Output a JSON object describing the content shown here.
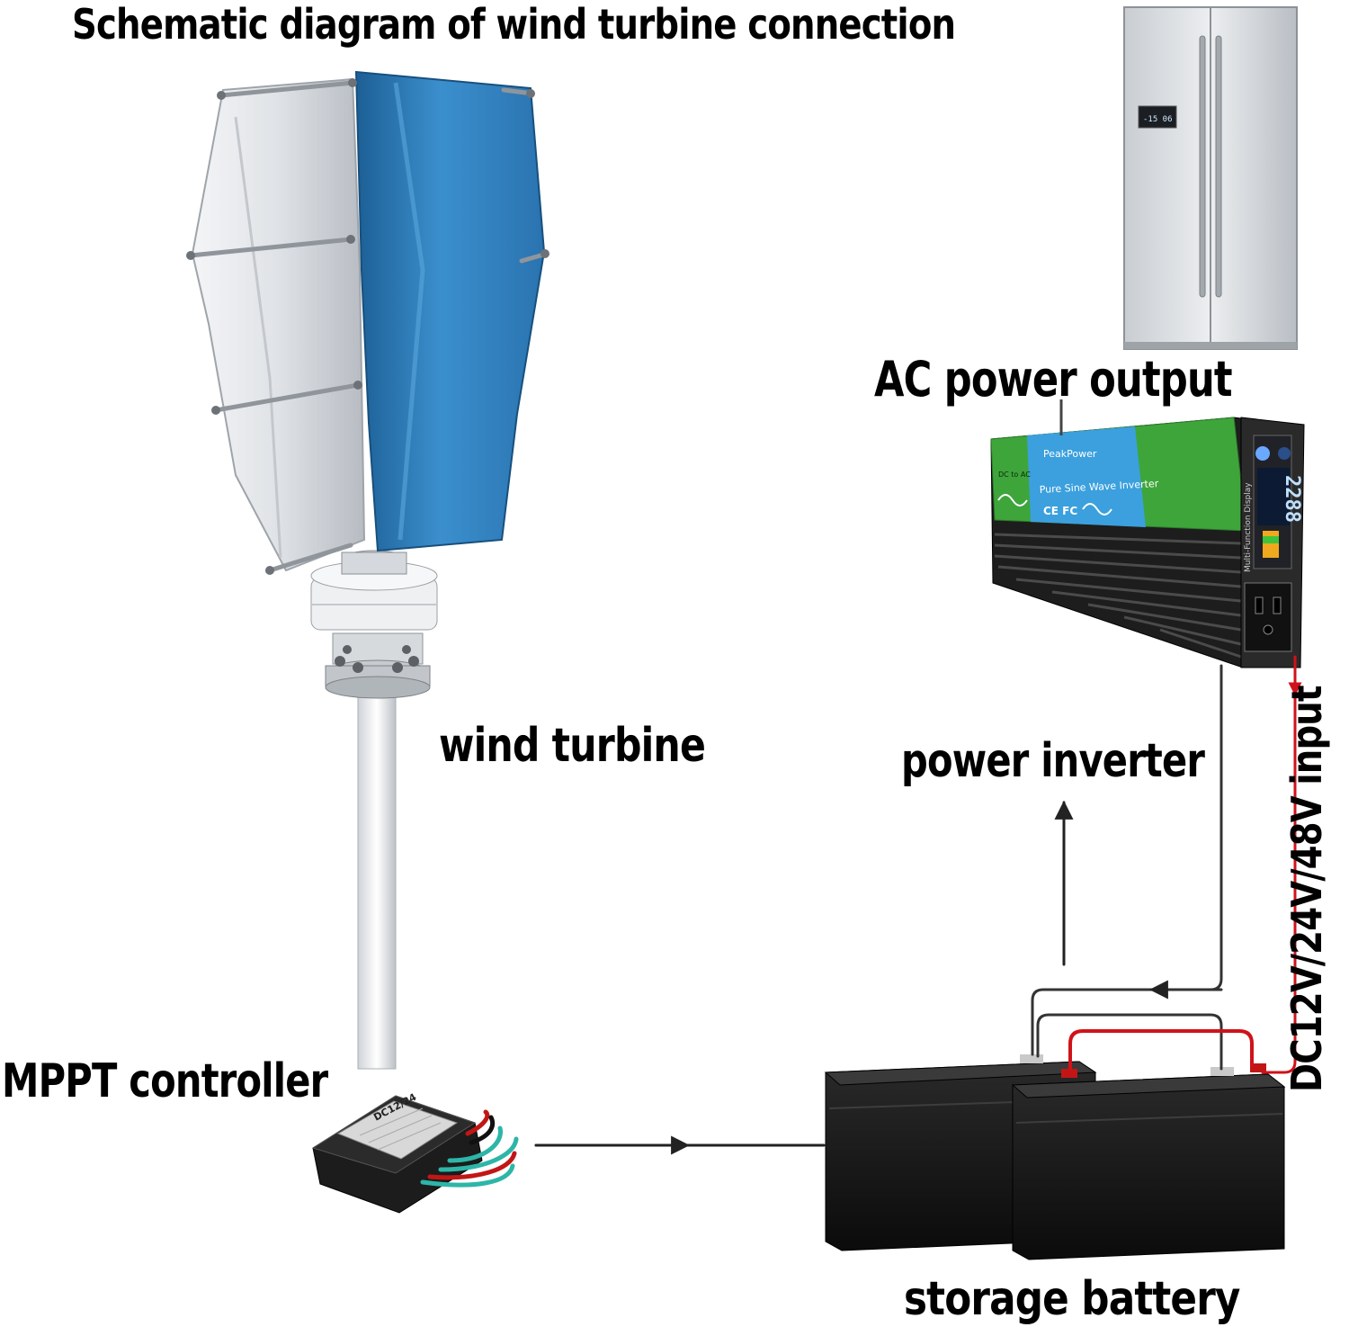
{
  "title": "Schematic diagram of wind turbine connection",
  "labels": {
    "wind_turbine": "wind turbine",
    "mppt_controller": "MPPT controller",
    "ac_power_output": "AC power output",
    "power_inverter": "power inverter",
    "storage_battery": "storage battery",
    "dc_input": "DC12V/24V/48V input"
  },
  "device_text": {
    "inverter_brand": "PeakPower",
    "inverter_model": "Pure Sine Wave Inverter",
    "inverter_cert": "CE FC",
    "inverter_display_panel": "Multi-Function Display",
    "inverter_display_value": "2288",
    "inverter_side_tag": "DC to AC",
    "controller_model": "DC12/24",
    "fridge_display": "-15 06"
  },
  "colors": {
    "turbine_blue": "#2f7fbf",
    "turbine_silver": "#d9dde2",
    "inverter_green": "#3ea53b",
    "inverter_blue": "#3ba0dd",
    "dc_wire_red": "#d0121a"
  }
}
